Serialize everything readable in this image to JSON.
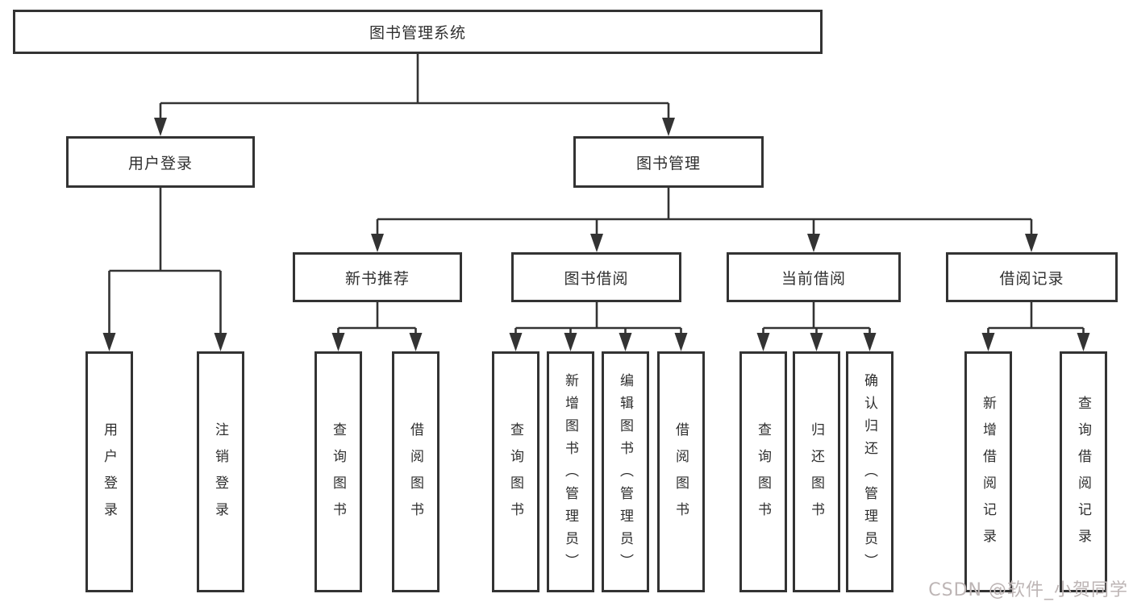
{
  "tree": {
    "root": {
      "label": "图书管理系统"
    },
    "branches": [
      {
        "label": "用户登录",
        "leaves": [
          {
            "label": "用户登录"
          },
          {
            "label": "注销登录"
          }
        ]
      },
      {
        "label": "图书管理",
        "groups": [
          {
            "label": "新书推荐",
            "leaves": [
              {
                "label": "查询图书"
              },
              {
                "label": "借阅图书"
              }
            ]
          },
          {
            "label": "图书借阅",
            "leaves": [
              {
                "label": "查询图书"
              },
              {
                "label": "新增图书（管理员）"
              },
              {
                "label": "编辑图书（管理员）"
              },
              {
                "label": "借阅图书"
              }
            ]
          },
          {
            "label": "当前借阅",
            "leaves": [
              {
                "label": "查询图书"
              },
              {
                "label": "归还图书"
              },
              {
                "label": "确认归还（管理员）"
              }
            ]
          },
          {
            "label": "借阅记录",
            "leaves": [
              {
                "label": "新增借阅记录"
              },
              {
                "label": "查询借阅记录"
              }
            ]
          }
        ]
      }
    ]
  },
  "watermark": {
    "text": "CSDN @软件_小贺同学"
  },
  "colors": {
    "line": "#333333",
    "box_border": "#333333",
    "text": "#2f2f2f",
    "watermark": "#bdb5b5",
    "background": "#ffffff"
  }
}
